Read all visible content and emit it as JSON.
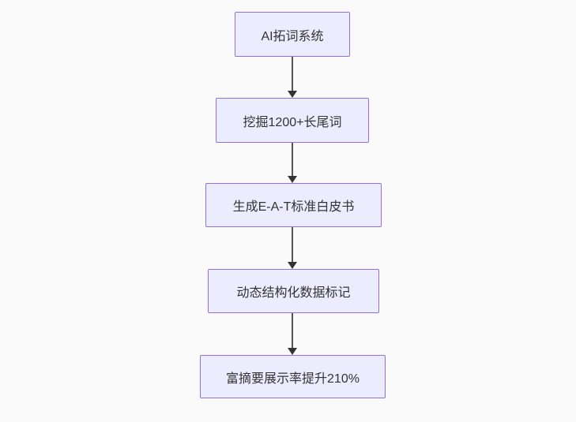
{
  "diagram": {
    "type": "flowchart",
    "direction": "top-down",
    "colors": {
      "background": "#fafafa",
      "node_fill": "#ECECFF",
      "node_border": "#9370DB",
      "node_text": "#333333",
      "edge_line": "#555555",
      "edge_arrowhead": "#333333"
    },
    "nodes": [
      {
        "id": "A",
        "label": "AI拓词系统"
      },
      {
        "id": "B",
        "label": "挖掘1200+长尾词"
      },
      {
        "id": "C",
        "label": "生成E-A-T标准白皮书"
      },
      {
        "id": "D",
        "label": "动态结构化数据标记"
      },
      {
        "id": "E",
        "label": "富摘要展示率提升210%"
      }
    ],
    "edges": [
      {
        "from": "A",
        "to": "B"
      },
      {
        "from": "B",
        "to": "C"
      },
      {
        "from": "C",
        "to": "D"
      },
      {
        "from": "D",
        "to": "E"
      }
    ]
  }
}
